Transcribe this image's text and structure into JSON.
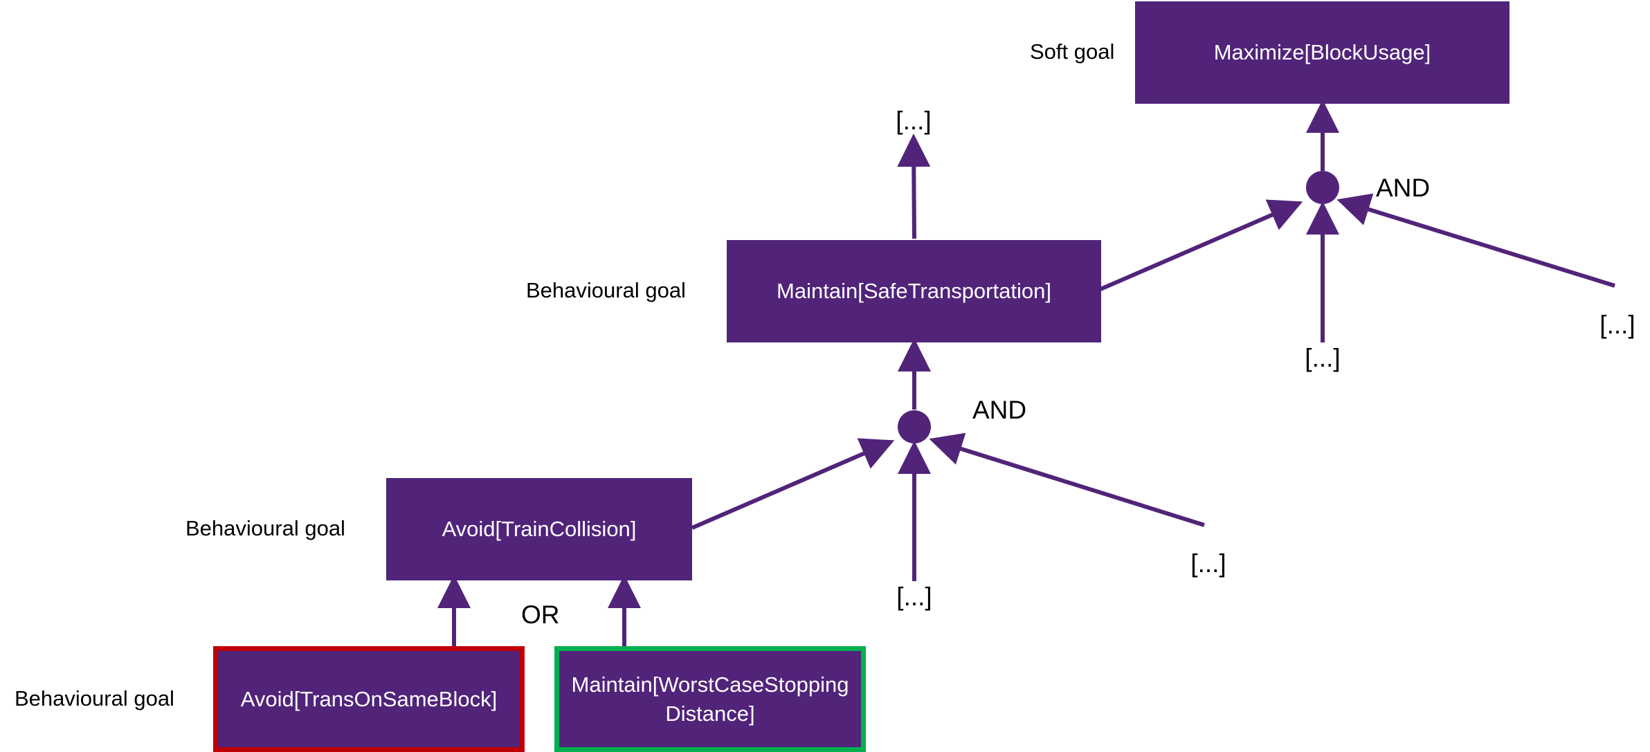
{
  "colors": {
    "box_fill": "#51247A",
    "edge": "#51247A",
    "conflict_border": "#C00000",
    "resolution_border": "#00B050",
    "text_on_box": "#FFFFFF",
    "label_text": "#000000"
  },
  "labels": {
    "soft_goal": "Soft goal",
    "behavioural_goal_1": "Behavioural goal",
    "behavioural_goal_2": "Behavioural goal",
    "behavioural_goal_3": "Behavioural goal"
  },
  "goals": {
    "maximize_block_usage": "Maximize[BlockUsage]",
    "maintain_safe_transportation": "Maintain[SafeTransportation]",
    "avoid_train_collision": "Avoid[TrainCollision]",
    "avoid_trans_on_same_block": "Avoid[TransOnSameBlock]",
    "maintain_worst_case_stopping_line1": "Maintain[WorstCaseStopping",
    "maintain_worst_case_stopping_line2": "Distance]"
  },
  "operators": {
    "and_upper": "AND",
    "and_lower": "AND",
    "or": "OR"
  },
  "placeholders": {
    "above_safe_transportation": "[...]",
    "upper_and_middle": "[...]",
    "upper_and_right": "[...]",
    "lower_and_middle": "[...]",
    "lower_and_right": "[...]"
  }
}
